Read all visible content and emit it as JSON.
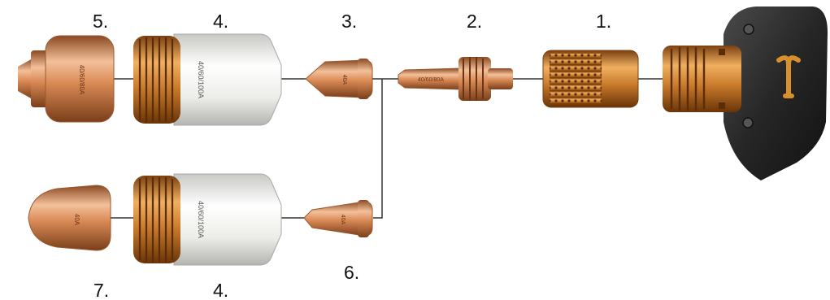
{
  "labels": {
    "part_1": "1.",
    "part_2": "2.",
    "part_3": "3.",
    "part_4_top": "4.",
    "part_4_bottom": "4.",
    "part_5": "5.",
    "part_6": "6.",
    "part_7": "7."
  },
  "part_markings": {
    "part_5": "40/60/80A",
    "part_4_top": "40/60/100A",
    "part_3": "40A",
    "part_2": "40/60/80A",
    "part_4_bottom": "40/60/100A",
    "part_6": "40A",
    "part_7": "40A"
  },
  "logo_text": "Tr",
  "colors": {
    "copper": "#d98a55",
    "copper_light": "#f3c09a",
    "copper_dark": "#8a4a22",
    "brass": "#d08a35",
    "ceramic": "#f2f2ee",
    "torch_body": "#2b2b2b",
    "connector": "#333333"
  }
}
